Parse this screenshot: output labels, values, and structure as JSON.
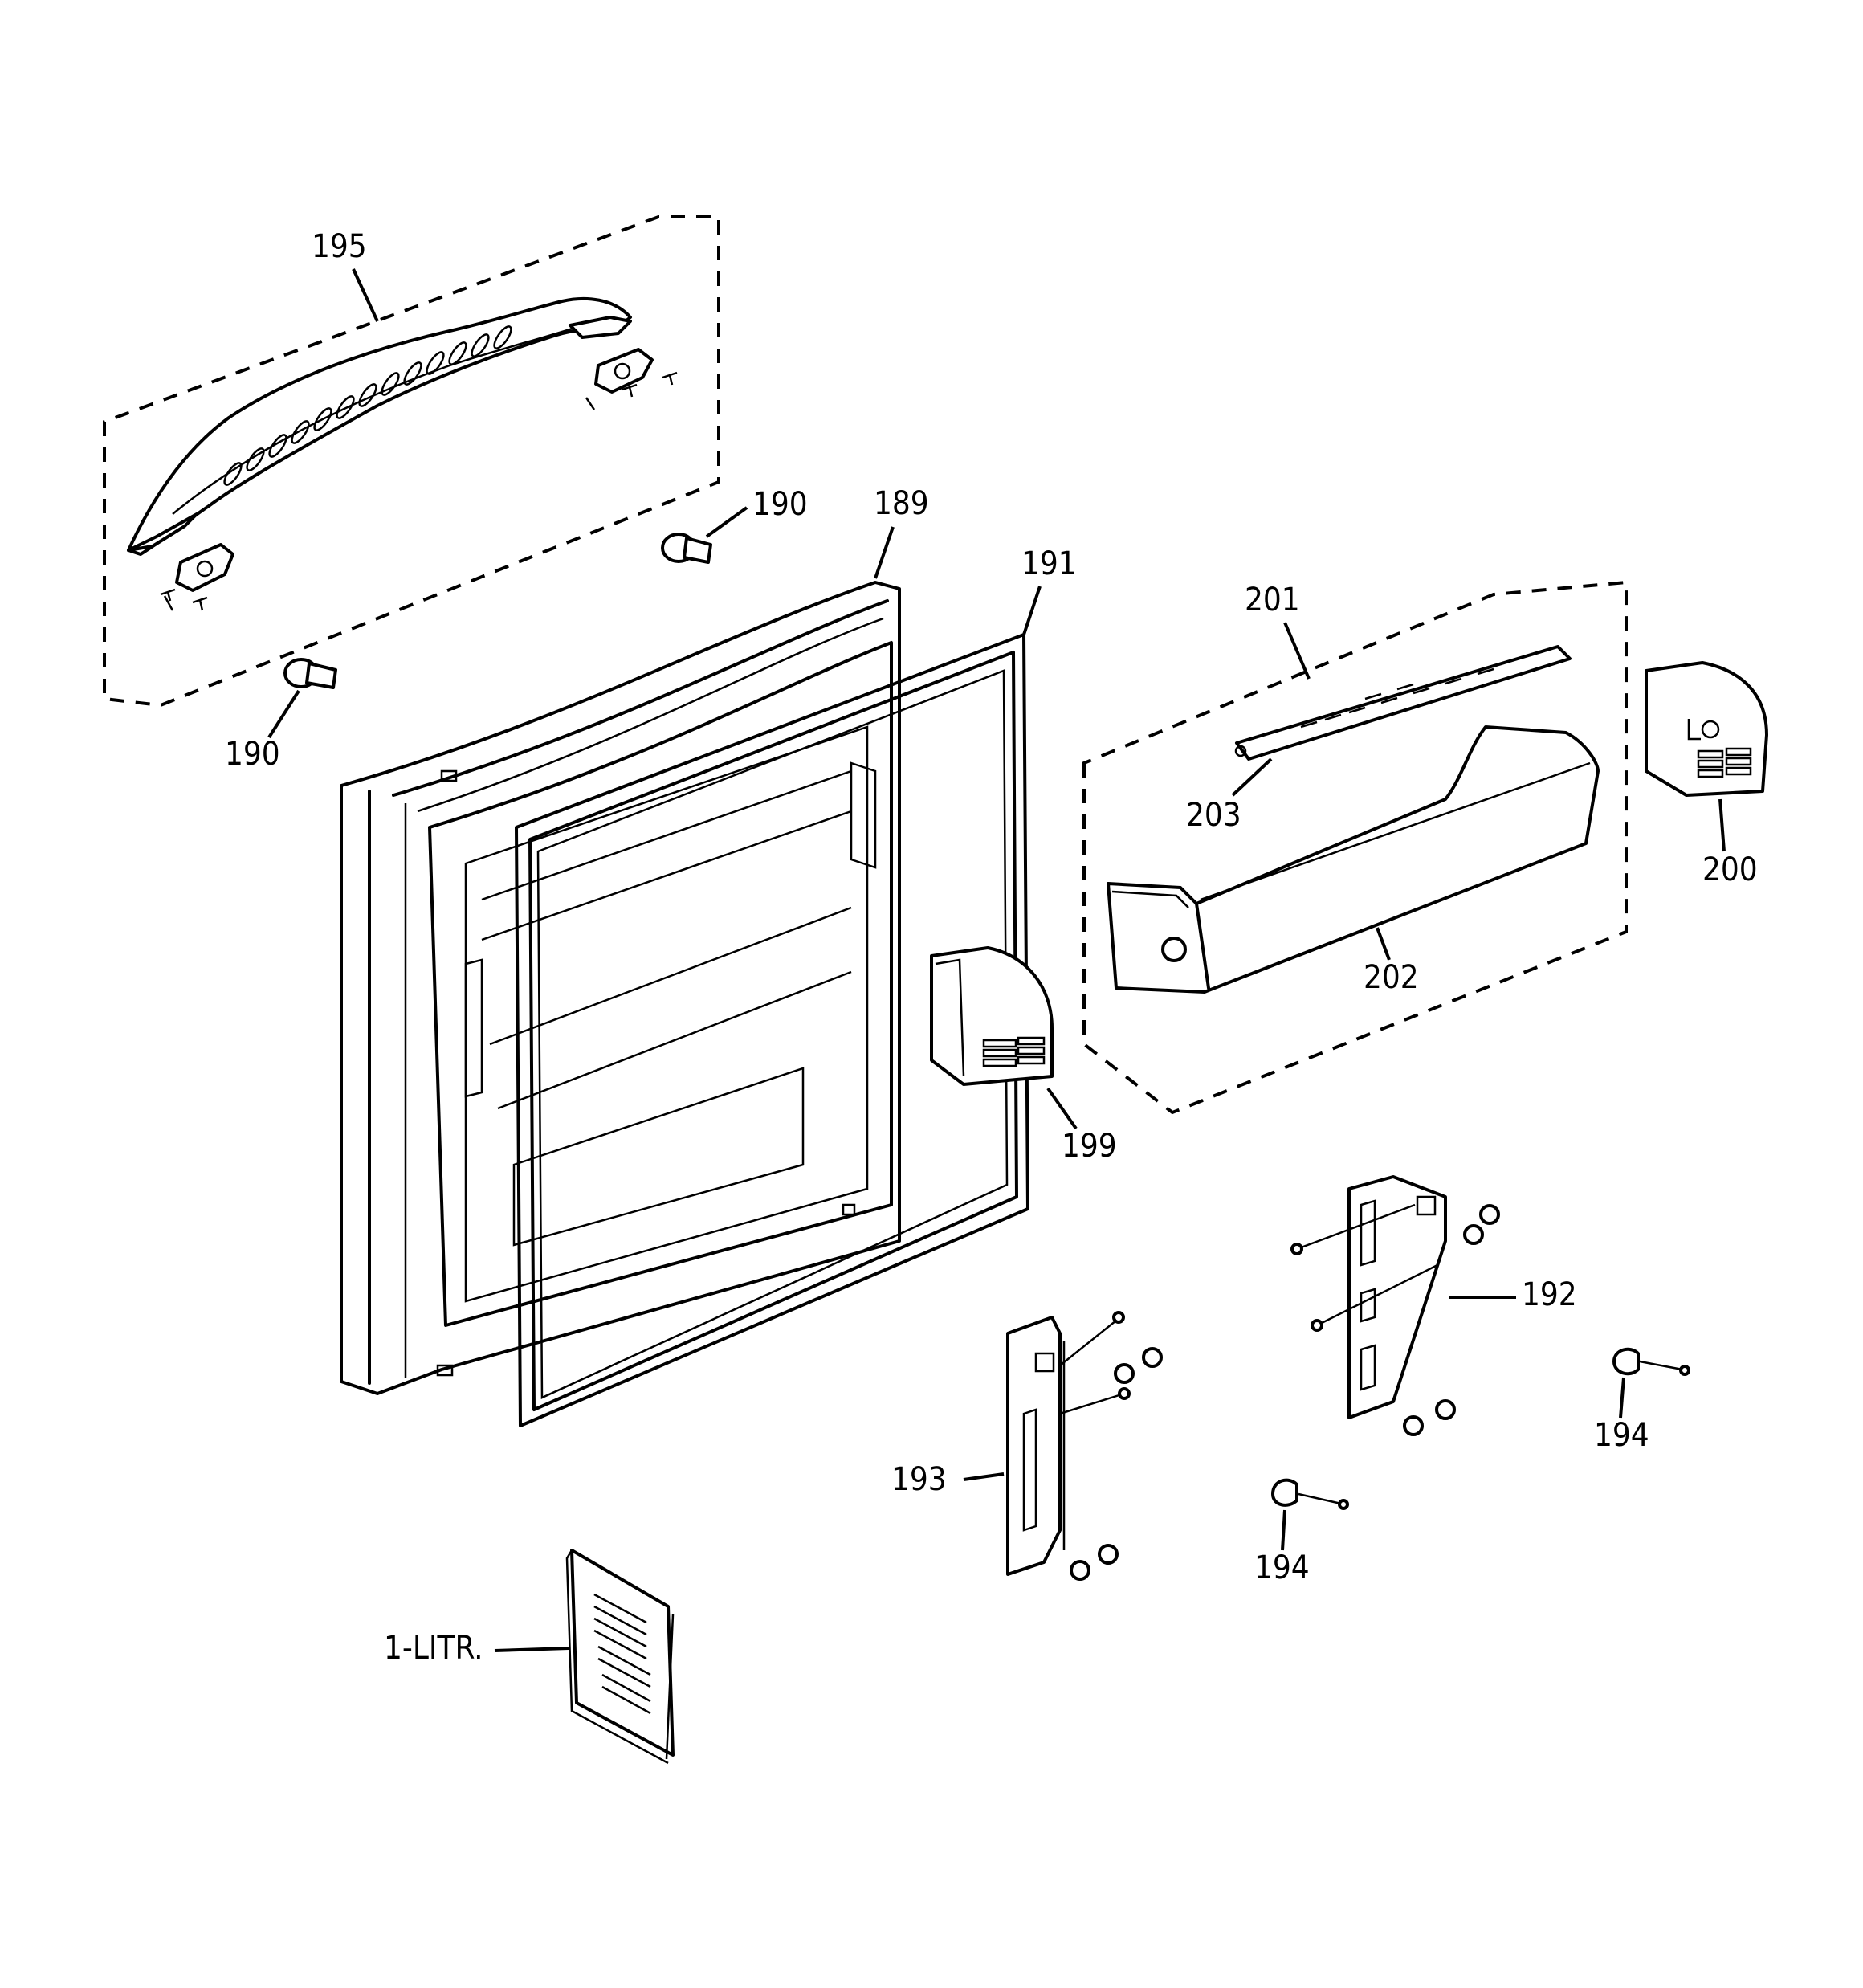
{
  "diagram": {
    "background": "#ffffff",
    "line_color": "#000000",
    "labels": {
      "l195": "195",
      "l190a": "190",
      "l189": "189",
      "l191": "191",
      "l190b": "190",
      "l201": "201",
      "l203": "203",
      "l200": "200",
      "l202": "202",
      "l199": "199",
      "l192": "192",
      "l193": "193",
      "l194a": "194",
      "l194b": "194",
      "l1litr": "1-LITR."
    }
  }
}
